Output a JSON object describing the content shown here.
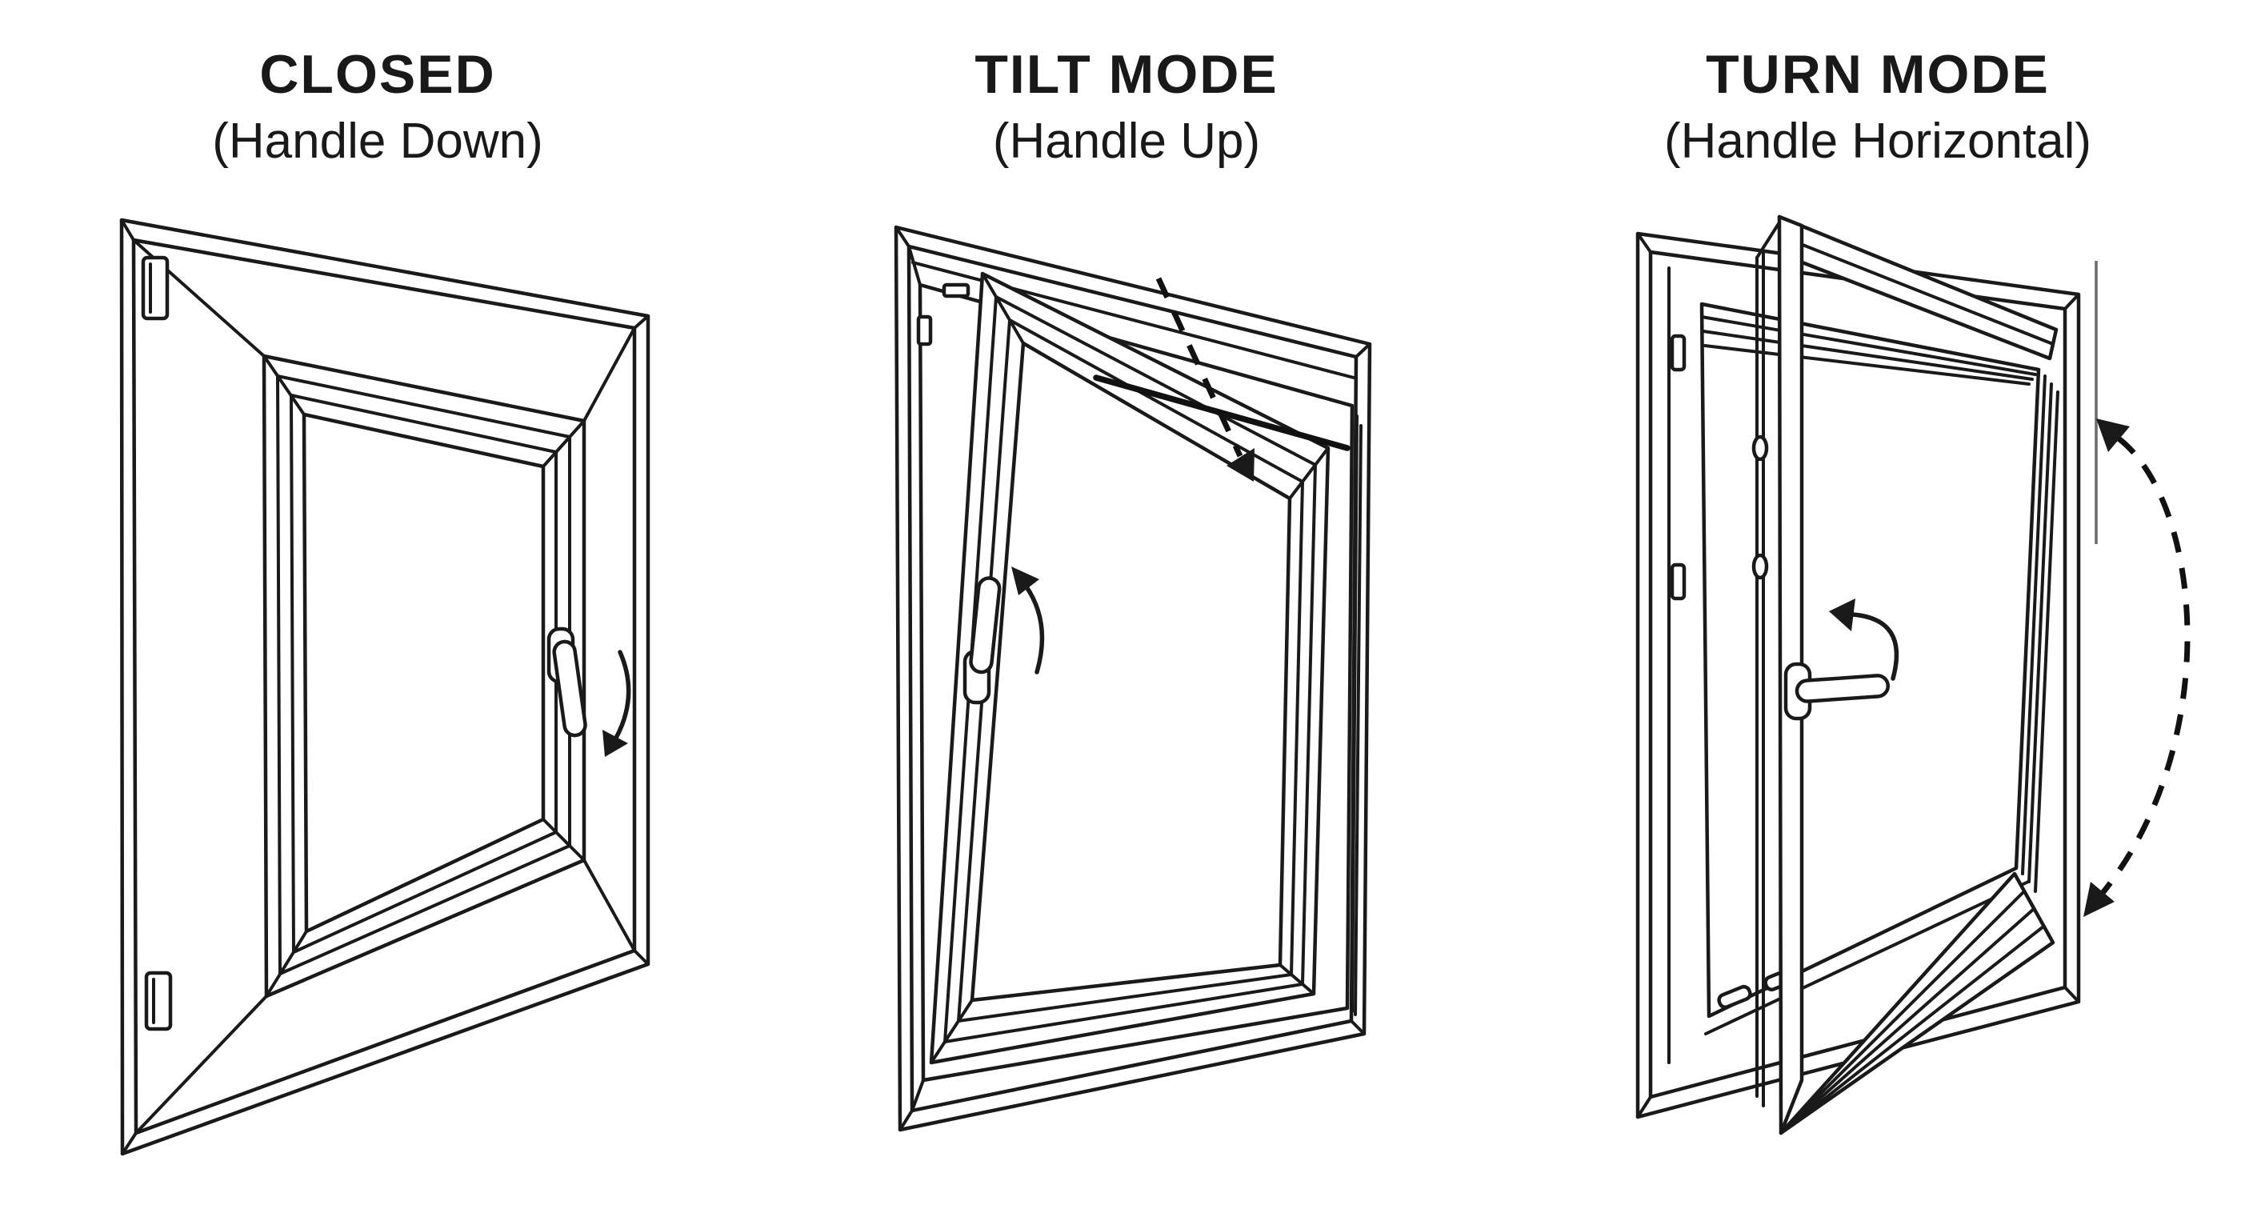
{
  "diagram": {
    "type": "instructional-line-diagram",
    "subject": "Tilt-and-turn window operating modes",
    "background_color": "#ffffff",
    "line_color": "#1a1a1a",
    "reference_line_color": "#6a6a6a",
    "panels": [
      {
        "id": "closed",
        "title": "CLOSED",
        "subtitle": "(Handle Down)",
        "handle_position": "down",
        "annotations": [
          "handle-rotation-arrow-down"
        ]
      },
      {
        "id": "tilt",
        "title": "TILT MODE",
        "subtitle": "(Handle Up)",
        "handle_position": "up",
        "annotations": [
          "handle-rotation-arrow-up",
          "tilt-direction-dashed-arrow"
        ]
      },
      {
        "id": "turn",
        "title": "TURN MODE",
        "subtitle": "(Handle Horizontal)",
        "handle_position": "horizontal",
        "annotations": [
          "handle-rotation-arrow",
          "swing-direction-dashed-arc",
          "swing-reference-line"
        ]
      }
    ],
    "icons": [
      "window-frame",
      "window-sash",
      "glass-pane",
      "hinge-icon",
      "keeper-plate-icon",
      "window-handle-icon",
      "rotation-arrow-icon",
      "tilt-arrow-icon",
      "swing-arc-icon"
    ]
  }
}
